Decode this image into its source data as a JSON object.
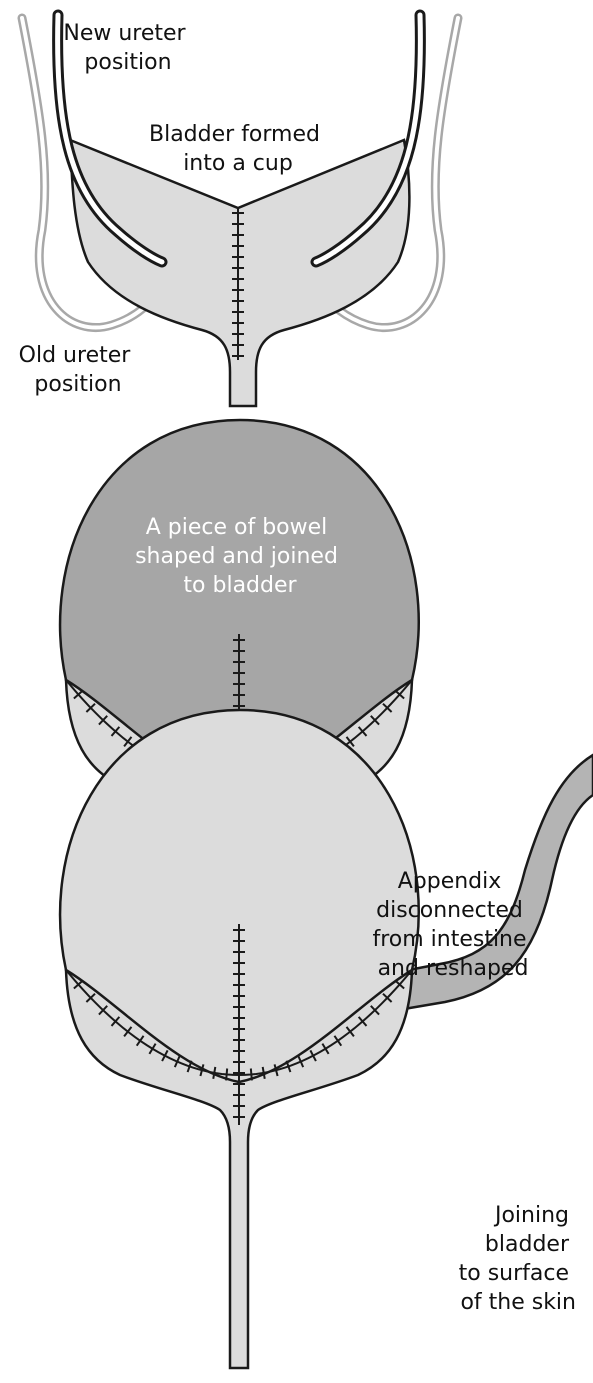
{
  "colors": {
    "outline": "#1a1a1a",
    "bladder_fill": "#dcdcdc",
    "bowel_fill": "#a6a6a6",
    "appendix_fill": "#b4b4b4",
    "old_ureter_stroke": "#a8a8a8",
    "background": "#ffffff"
  },
  "panel1": {
    "new_ureter_label": [
      "New ureter",
      "position"
    ],
    "bladder_cup_label": [
      "Bladder formed",
      "into a cup"
    ],
    "old_ureter_label": [
      "Old ureter",
      "position"
    ]
  },
  "panel2": {
    "bowel_label": [
      "A piece of bowel",
      "shaped and joined",
      "to bladder"
    ]
  },
  "panel3": {
    "appendix_label": [
      "Appendix",
      "disconnected",
      "from intestine",
      "and reshaped"
    ],
    "skin_label": [
      "Joining",
      "bladder",
      "to surface",
      "of the skin"
    ]
  }
}
